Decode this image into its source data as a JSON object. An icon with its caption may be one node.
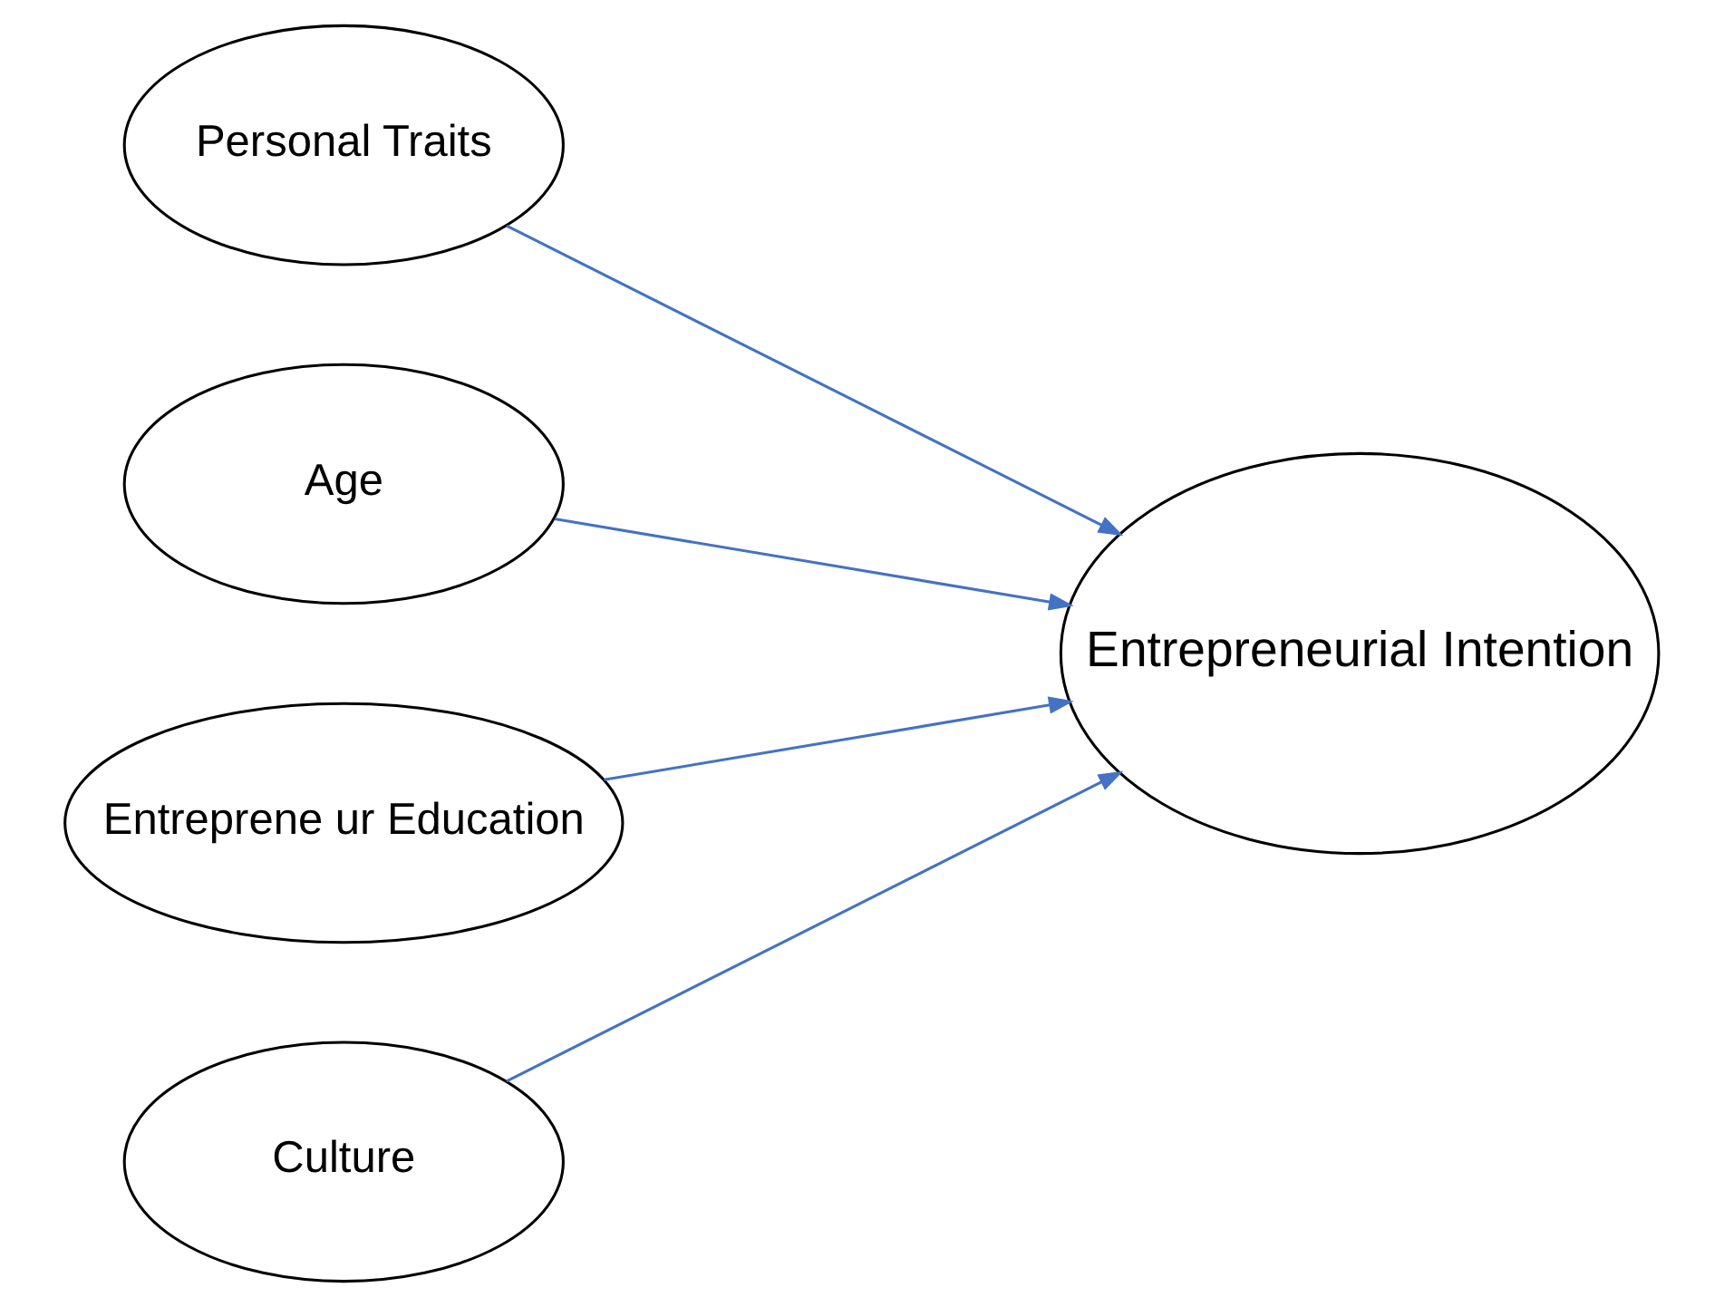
{
  "diagram": {
    "nodes": [
      {
        "text": [
          "Personal Traits"
        ]
      },
      {
        "text": [
          "Age"
        ]
      },
      {
        "text": [
          "Entreprene ur Education"
        ]
      },
      {
        "text": [
          "Culture"
        ]
      },
      {
        "text": [
          "Entrepreneurial Intention"
        ]
      }
    ],
    "edges": [
      {
        "from": 0,
        "to": 4,
        "arrow": "to"
      },
      {
        "from": 1,
        "to": 4,
        "arrow": "to"
      },
      {
        "from": 2,
        "to": 4,
        "arrow": "to"
      },
      {
        "from": 3,
        "to": 4,
        "arrow": "to"
      }
    ]
  }
}
